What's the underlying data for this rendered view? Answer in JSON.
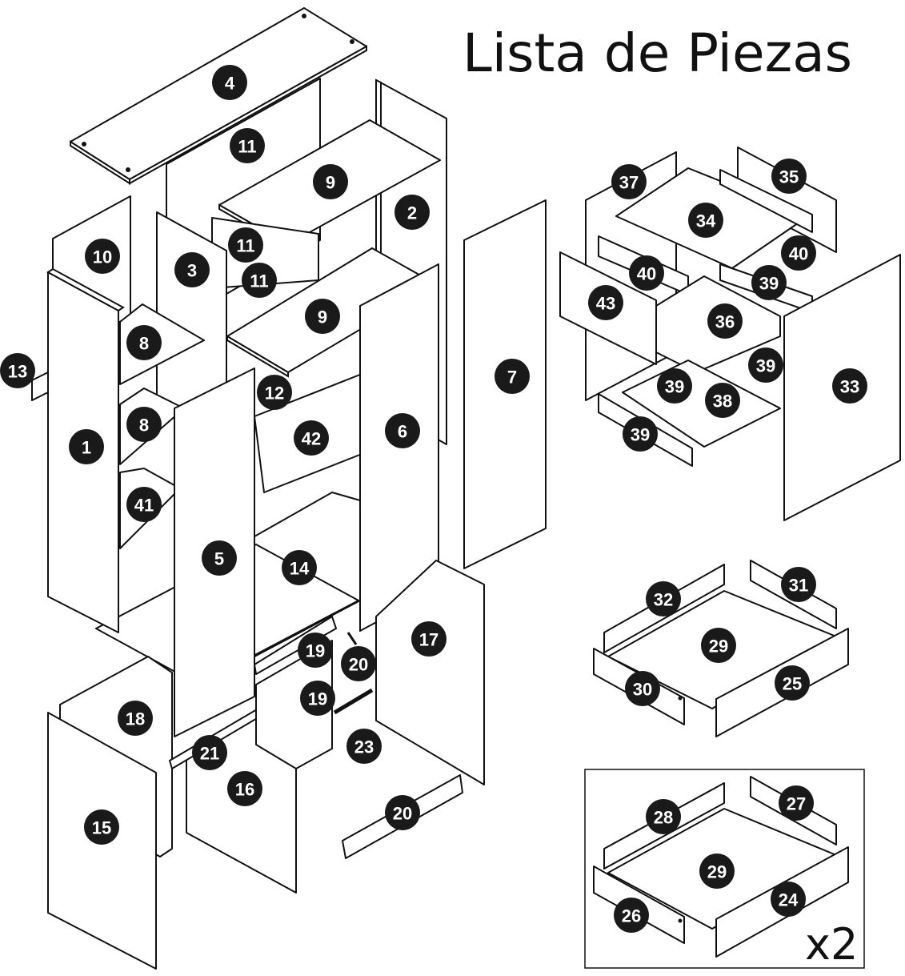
{
  "title": "Lista de Piezas",
  "drawer_multiplier": "x2",
  "parts": [
    "1",
    "2",
    "3",
    "4",
    "5",
    "6",
    "7",
    "8",
    "8",
    "9",
    "9",
    "10",
    "11",
    "11",
    "11",
    "12",
    "13",
    "14",
    "15",
    "16",
    "17",
    "18",
    "19",
    "19",
    "20",
    "20",
    "21",
    "23",
    "24",
    "25",
    "26",
    "27",
    "28",
    "29",
    "29",
    "30",
    "31",
    "32",
    "33",
    "34",
    "35",
    "36",
    "37",
    "38",
    "39",
    "39",
    "39",
    "39",
    "40",
    "40",
    "41",
    "42",
    "43"
  ]
}
